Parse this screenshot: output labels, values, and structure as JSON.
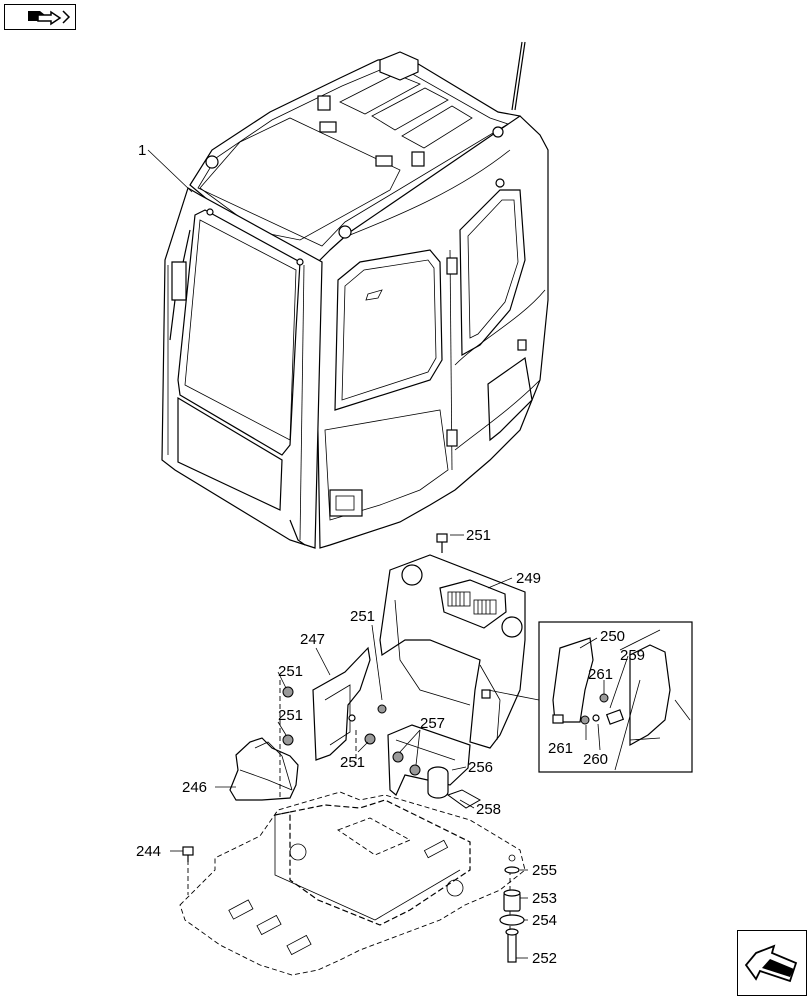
{
  "callouts": [
    {
      "id": "c1",
      "text": "1"
    },
    {
      "id": "c251a",
      "text": "251"
    },
    {
      "id": "c249",
      "text": "249"
    },
    {
      "id": "c251b",
      "text": "251"
    },
    {
      "id": "c247",
      "text": "247"
    },
    {
      "id": "c250",
      "text": "250"
    },
    {
      "id": "c259",
      "text": "259"
    },
    {
      "id": "c261a",
      "text": "261"
    },
    {
      "id": "c251c",
      "text": "251"
    },
    {
      "id": "c257",
      "text": "257"
    },
    {
      "id": "c251d",
      "text": "251"
    },
    {
      "id": "c261b",
      "text": "261"
    },
    {
      "id": "c260",
      "text": "260"
    },
    {
      "id": "c251e",
      "text": "251"
    },
    {
      "id": "c256",
      "text": "256"
    },
    {
      "id": "c246",
      "text": "246"
    },
    {
      "id": "c258",
      "text": "258"
    },
    {
      "id": "c244",
      "text": "244"
    },
    {
      "id": "c255",
      "text": "255"
    },
    {
      "id": "c253",
      "text": "253"
    },
    {
      "id": "c254",
      "text": "254"
    },
    {
      "id": "c252",
      "text": "252"
    }
  ],
  "icons": {
    "top_nav": "book-page-nav-icon",
    "bottom_nav": "previous-page-arrow-icon"
  }
}
